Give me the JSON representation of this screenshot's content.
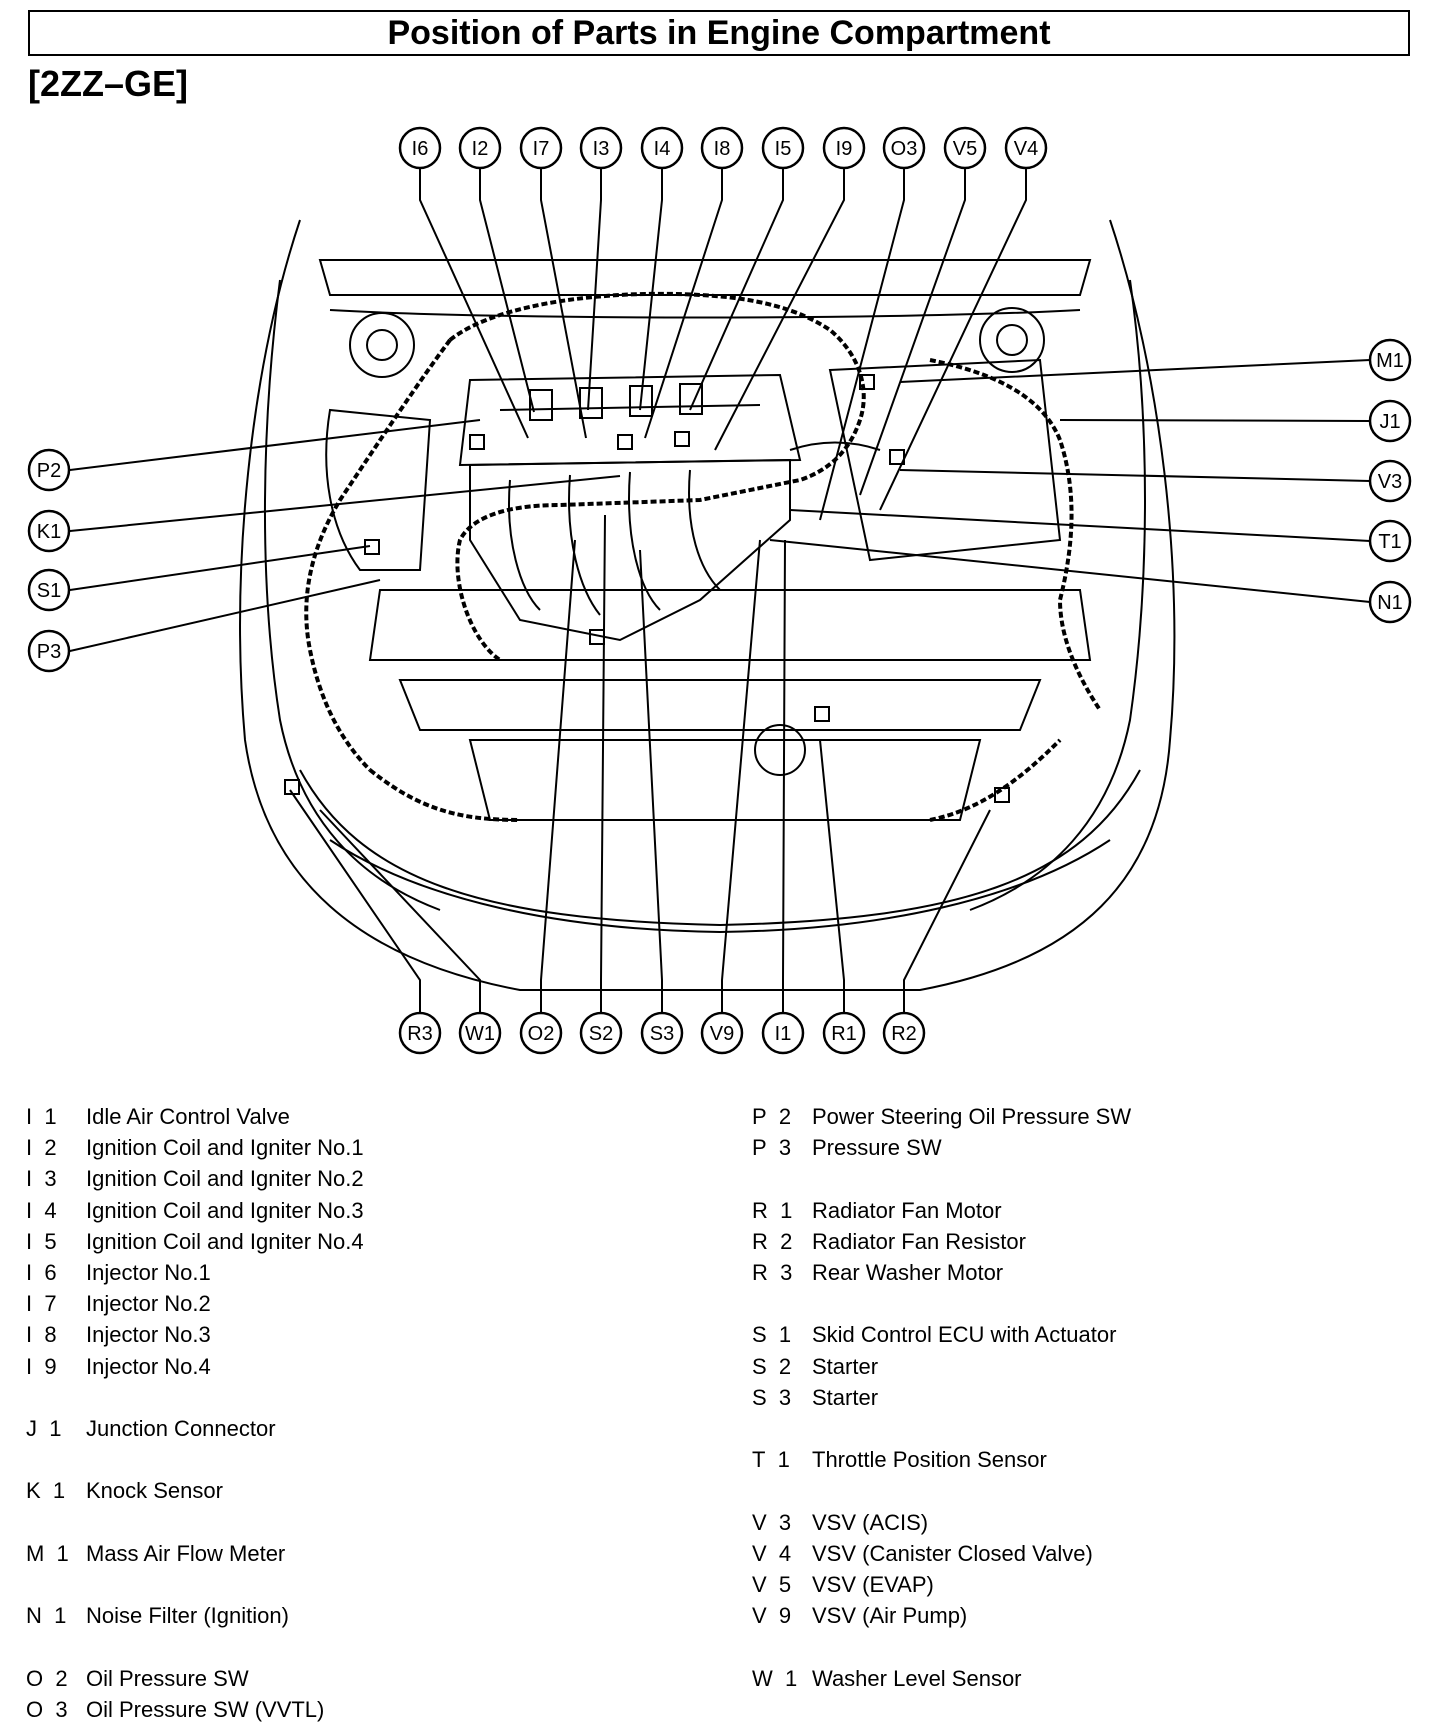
{
  "title": "Position of Parts in Engine Compartment",
  "subtitle": "[2ZZ–GE]",
  "top_callouts": [
    "I6",
    "I2",
    "I7",
    "I3",
    "I4",
    "I8",
    "I5",
    "I9",
    "O3",
    "V5",
    "V4"
  ],
  "bottom_callouts": [
    "R3",
    "W1",
    "O2",
    "S2",
    "S3",
    "V9",
    "I1",
    "R1",
    "R2"
  ],
  "left_callouts": [
    "P2",
    "K1",
    "S1",
    "P3"
  ],
  "right_callouts": [
    "M1",
    "J1",
    "V3",
    "T1",
    "N1"
  ],
  "legend_left": [
    {
      "code": "I  1",
      "name": "Idle Air Control Valve"
    },
    {
      "code": "I  2",
      "name": "Ignition Coil and Igniter No.1"
    },
    {
      "code": "I  3",
      "name": "Ignition Coil and Igniter No.2"
    },
    {
      "code": "I  4",
      "name": "Ignition Coil and Igniter No.3"
    },
    {
      "code": "I  5",
      "name": "Ignition Coil and Igniter No.4"
    },
    {
      "code": "I  6",
      "name": "Injector No.1"
    },
    {
      "code": "I  7",
      "name": "Injector No.2"
    },
    {
      "code": "I  8",
      "name": "Injector No.3"
    },
    {
      "code": "I  9",
      "name": "Injector No.4"
    },
    {
      "code": "J  1",
      "name": "Junction Connector"
    },
    {
      "code": "K  1",
      "name": "Knock Sensor"
    },
    {
      "code": "M  1",
      "name": "Mass Air Flow Meter"
    },
    {
      "code": "N  1",
      "name": "Noise Filter (Ignition)"
    },
    {
      "code": "O  2",
      "name": "Oil Pressure SW"
    },
    {
      "code": "O  3",
      "name": "Oil Pressure SW (VVTL)"
    }
  ],
  "legend_right": [
    {
      "code": "P  2",
      "name": "Power Steering Oil Pressure SW"
    },
    {
      "code": "P  3",
      "name": "Pressure SW"
    },
    {
      "code": "R  1",
      "name": "Radiator Fan Motor"
    },
    {
      "code": "R  2",
      "name": "Radiator Fan Resistor"
    },
    {
      "code": "R  3",
      "name": "Rear Washer Motor"
    },
    {
      "code": "S  1",
      "name": "Skid Control ECU with Actuator"
    },
    {
      "code": "S  2",
      "name": "Starter"
    },
    {
      "code": "S  3",
      "name": "Starter"
    },
    {
      "code": "T  1",
      "name": "Throttle Position Sensor"
    },
    {
      "code": "V  3",
      "name": "VSV (ACIS)"
    },
    {
      "code": "V  4",
      "name": "VSV (Canister Closed Valve)"
    },
    {
      "code": "V  5",
      "name": "VSV (EVAP)"
    },
    {
      "code": "V  9",
      "name": "VSV (Air Pump)"
    },
    {
      "code": "W  1",
      "name": "Washer Level Sensor"
    }
  ]
}
